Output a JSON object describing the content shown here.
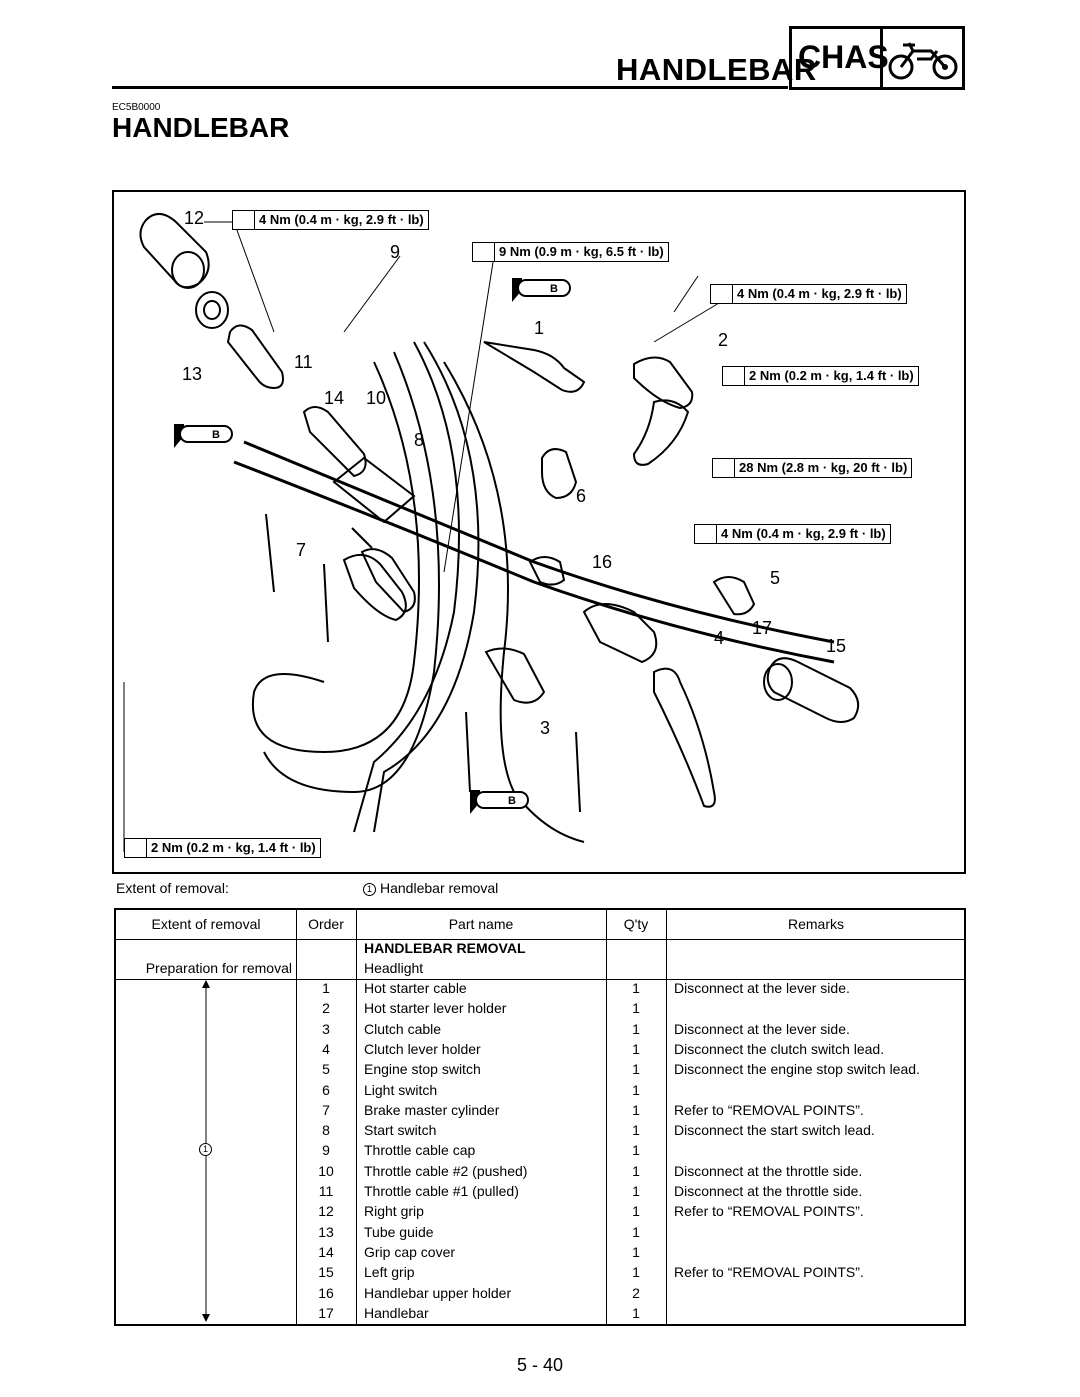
{
  "header": {
    "title": "HANDLEBAR",
    "badge": "CHAS",
    "badge_icon": "motorcycle-icon"
  },
  "section": {
    "code": "EC5B0000",
    "title": "HANDLEBAR"
  },
  "diagram": {
    "torques": [
      "4 Nm (0.4 m · kg, 2.9 ft · lb)",
      "9 Nm (0.9 m · kg, 6.5 ft · lb)",
      "4 Nm (0.4 m · kg, 2.9 ft · lb)",
      "2 Nm (0.2 m · kg, 1.4 ft · lb)",
      "28 Nm (2.8 m · kg, 20 ft · lb)",
      "4 Nm (0.4 m · kg, 2.9 ft · lb)",
      "2 Nm (0.2 m · kg, 1.4 ft · lb)"
    ],
    "grease_mark": "B",
    "callouts": [
      "12",
      "9",
      "1",
      "2",
      "13",
      "11",
      "14",
      "10",
      "8",
      "6",
      "7",
      "16",
      "5",
      "4",
      "17",
      "15",
      "3"
    ]
  },
  "extent": {
    "label": "Extent of removal:",
    "marker": "1",
    "value": "Handlebar removal"
  },
  "table": {
    "headers": [
      "Extent of removal",
      "Order",
      "Part name",
      "Q'ty",
      "Remarks"
    ],
    "section_title": "HANDLEBAR REMOVAL",
    "prep_label": "Preparation for removal",
    "prep_part": "Headlight",
    "extent_marker": "1",
    "rows": [
      {
        "order": "1",
        "part": "Hot starter cable",
        "qty": "1",
        "remarks": "Disconnect at the lever side."
      },
      {
        "order": "2",
        "part": "Hot starter lever holder",
        "qty": "1",
        "remarks": ""
      },
      {
        "order": "3",
        "part": "Clutch cable",
        "qty": "1",
        "remarks": "Disconnect at the lever side."
      },
      {
        "order": "4",
        "part": "Clutch lever holder",
        "qty": "1",
        "remarks": "Disconnect the clutch switch lead."
      },
      {
        "order": "5",
        "part": "Engine stop switch",
        "qty": "1",
        "remarks": "Disconnect the engine stop switch lead."
      },
      {
        "order": "6",
        "part": "Light switch",
        "qty": "1",
        "remarks": ""
      },
      {
        "order": "7",
        "part": "Brake master cylinder",
        "qty": "1",
        "remarks": "Refer to “REMOVAL POINTS”."
      },
      {
        "order": "8",
        "part": "Start switch",
        "qty": "1",
        "remarks": "Disconnect the start switch lead."
      },
      {
        "order": "9",
        "part": "Throttle cable cap",
        "qty": "1",
        "remarks": ""
      },
      {
        "order": "10",
        "part": "Throttle cable #2 (pushed)",
        "qty": "1",
        "remarks": "Disconnect at the throttle side."
      },
      {
        "order": "11",
        "part": "Throttle cable #1 (pulled)",
        "qty": "1",
        "remarks": "Disconnect at the throttle side."
      },
      {
        "order": "12",
        "part": "Right grip",
        "qty": "1",
        "remarks": "Refer to “REMOVAL POINTS”."
      },
      {
        "order": "13",
        "part": "Tube guide",
        "qty": "1",
        "remarks": ""
      },
      {
        "order": "14",
        "part": "Grip cap cover",
        "qty": "1",
        "remarks": ""
      },
      {
        "order": "15",
        "part": "Left grip",
        "qty": "1",
        "remarks": "Refer to “REMOVAL POINTS”."
      },
      {
        "order": "16",
        "part": "Handlebar upper holder",
        "qty": "2",
        "remarks": ""
      },
      {
        "order": "17",
        "part": "Handlebar",
        "qty": "1",
        "remarks": ""
      }
    ]
  },
  "page_number": "5 - 40"
}
